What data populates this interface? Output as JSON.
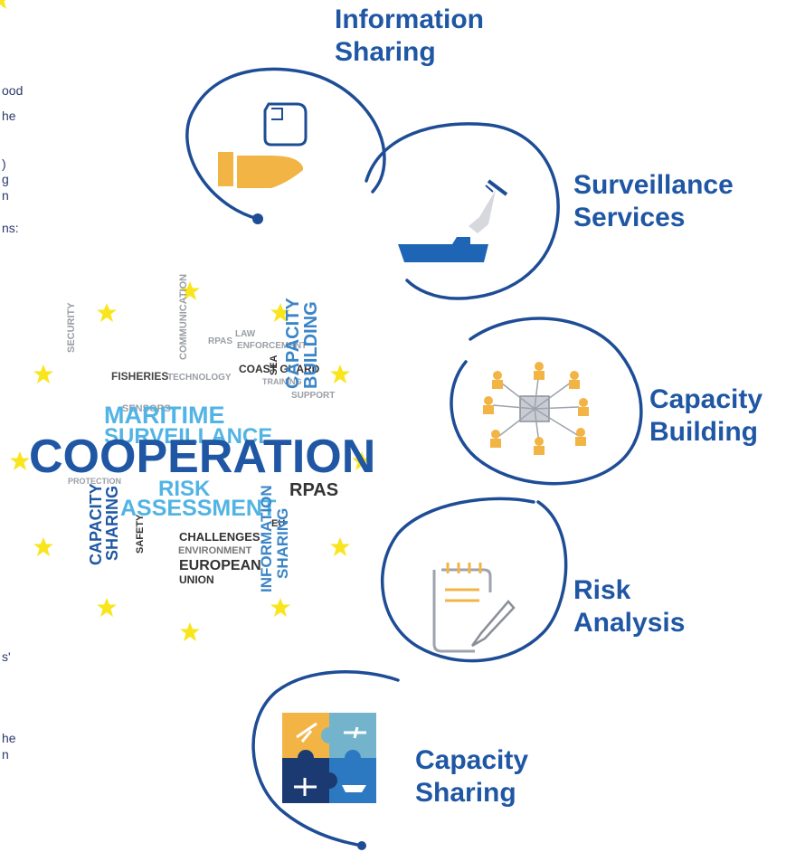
{
  "left_text_fragments": [
    "ood",
    "he",
    ")",
    "g",
    "n",
    "ns:",
    "s'",
    "he",
    "n"
  ],
  "stages": [
    {
      "line1": "Information",
      "line2": "Sharing",
      "icon": "hand-document-icon"
    },
    {
      "line1": "Surveillance",
      "line2": "Services",
      "icon": "satellite-ship-icon"
    },
    {
      "line1": "Capacity",
      "line2": "Building",
      "icon": "network-people-icon"
    },
    {
      "line1": "Risk",
      "line2": "Analysis",
      "icon": "notepad-pencil-icon"
    },
    {
      "line1": "Capacity",
      "line2": "Sharing",
      "icon": "puzzle-icon"
    }
  ],
  "word_cloud": {
    "main": "COOPERATION",
    "words": [
      "MARITIME",
      "SURVEILLANCE",
      "RISK",
      "ASSESSMENT",
      "RPAS",
      "CAPACITY",
      "BUILDING",
      "INFORMATION",
      "SHARING",
      "CAPACITY",
      "SHARING",
      "EUROPEAN",
      "UNION",
      "SECURITY",
      "COAST GUARD",
      "SAFETY",
      "CHALLENGES",
      "ENVIRONMENT",
      "EU",
      "LAW",
      "ENFORCEMENT",
      "COMMUNICATION",
      "SEA",
      "FISHERIES",
      "SENSORS",
      "SUPPORT",
      "TECHNOLOGY",
      "TRAINING"
    ]
  },
  "colors": {
    "accent": "#1f57a4",
    "ring": "#1e4d96",
    "icon_orange": "#f2b445",
    "star": "#f9e51c"
  }
}
